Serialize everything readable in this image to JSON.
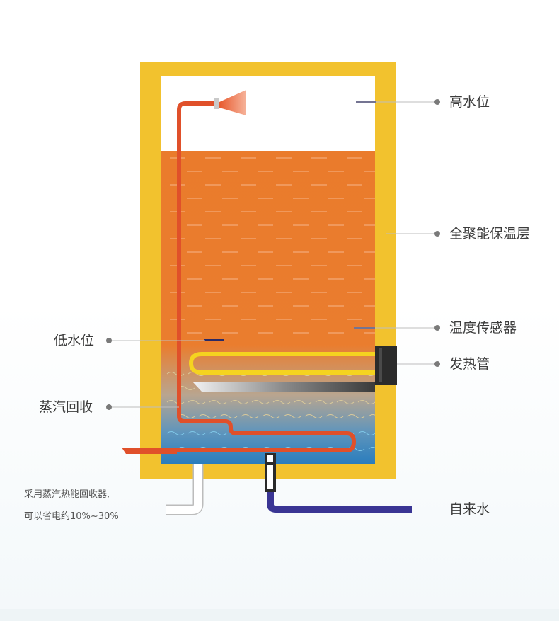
{
  "labels": {
    "high_water_level": "高水位",
    "insulation_layer": "全聚能保温层",
    "temp_sensor": "温度传感器",
    "heating_tube": "发热管",
    "low_water_level": "低水位",
    "steam_recovery": "蒸汽回收",
    "tap_water": "自来水"
  },
  "note": {
    "line1": "采用蒸汽热能回收器,",
    "line2": "可以省电约10%~30%"
  },
  "colors": {
    "insulation": "#f2c22e",
    "hot_water": "#ea7b2c",
    "cold_water": "#2a7dbd",
    "steam_pipe": "#e0502a",
    "inlet_pipe": "#3a3594",
    "heating_element": "#f5d320",
    "sensor_mark": "#2a2a66"
  }
}
